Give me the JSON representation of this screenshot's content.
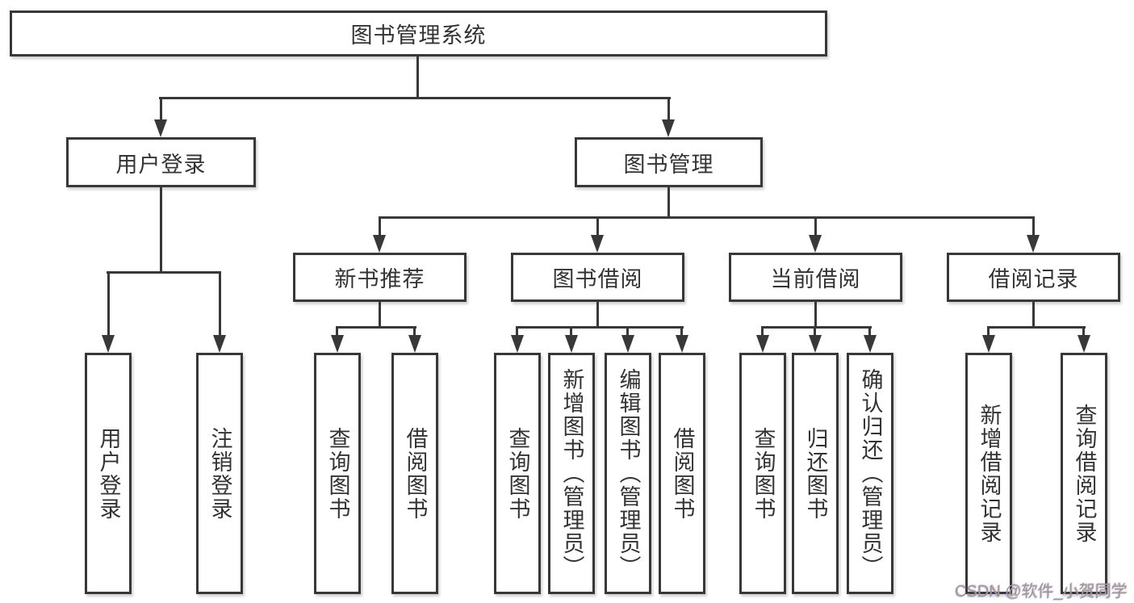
{
  "diagram": {
    "root": {
      "label": "图书管理系统"
    },
    "branches": [
      {
        "label": "用户登录",
        "children": [
          {
            "label": "用户登录"
          },
          {
            "label": "注销登录"
          }
        ]
      },
      {
        "label": "图书管理",
        "children": [
          {
            "label": "新书推荐",
            "children": [
              {
                "label": "查询图书"
              },
              {
                "label": "借阅图书"
              }
            ]
          },
          {
            "label": "图书借阅",
            "children": [
              {
                "label": "查询图书"
              },
              {
                "label": "新增图书（管理员）"
              },
              {
                "label": "编辑图书（管理员）"
              },
              {
                "label": "借阅图书"
              }
            ]
          },
          {
            "label": "当前借阅",
            "children": [
              {
                "label": "查询图书"
              },
              {
                "label": "归还图书"
              },
              {
                "label": "确认归还（管理员）"
              }
            ]
          },
          {
            "label": "借阅记录",
            "children": [
              {
                "label": "新增借阅记录"
              },
              {
                "label": "查询借阅记录"
              }
            ]
          }
        ]
      }
    ]
  },
  "watermark": {
    "text": "CSDN @软件_小贺同学"
  },
  "colors": {
    "line": "#383838",
    "text": "#333333",
    "background": "#ffffff",
    "watermark": "#9a9a9a"
  }
}
